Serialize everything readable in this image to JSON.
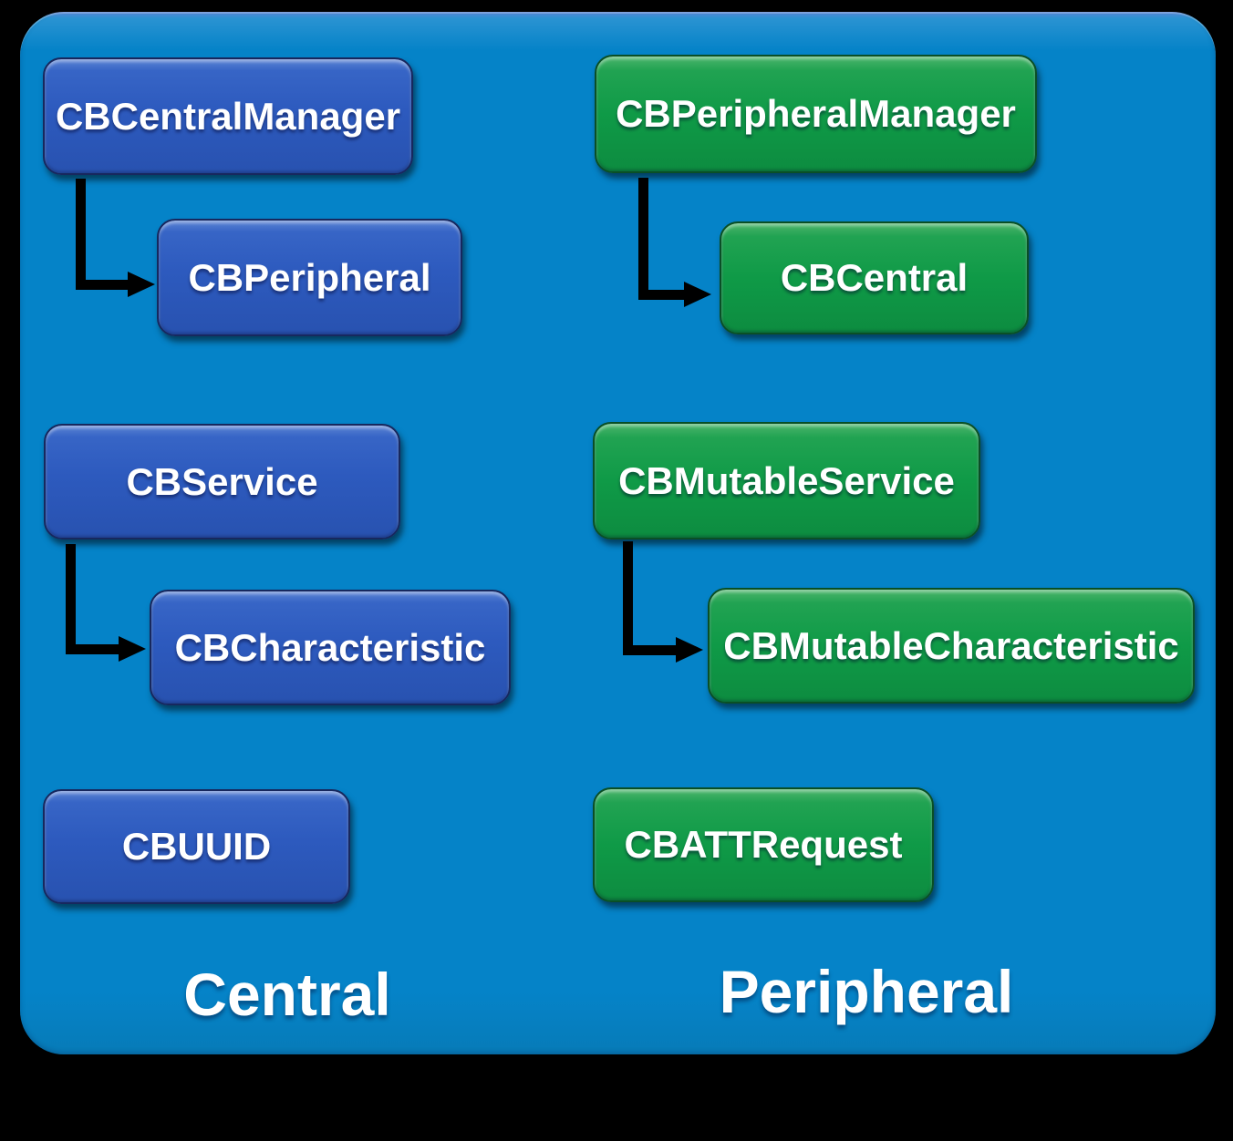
{
  "colors": {
    "background": "#000000",
    "panel": "#0583c8",
    "panel_highlight": "#5d86d9",
    "central_box": "#2d5abe",
    "peripheral_box": "#0f9a47",
    "arrow": "#000000",
    "text": "#ffffff"
  },
  "columns": [
    {
      "id": "central",
      "label": "Central",
      "box_color": "blue"
    },
    {
      "id": "peripheral",
      "label": "Peripheral",
      "box_color": "green"
    }
  ],
  "nodes": [
    {
      "id": "cbcentralmanager",
      "label": "CBCentralManager",
      "column": "central"
    },
    {
      "id": "cbperipheral",
      "label": "CBPeripheral",
      "column": "central"
    },
    {
      "id": "cbservice",
      "label": "CBService",
      "column": "central"
    },
    {
      "id": "cbcharacteristic",
      "label": "CBCharacteristic",
      "column": "central"
    },
    {
      "id": "cbuuid",
      "label": "CBUUID",
      "column": "central"
    },
    {
      "id": "cbperipheralmanager",
      "label": "CBPeripheralManager",
      "column": "peripheral"
    },
    {
      "id": "cbcentral",
      "label": "CBCentral",
      "column": "peripheral"
    },
    {
      "id": "cbmutableservice",
      "label": "CBMutableService",
      "column": "peripheral"
    },
    {
      "id": "cbmutablecharacteristic",
      "label": "CBMutableCharacteristic",
      "column": "peripheral"
    },
    {
      "id": "cbattrequest",
      "label": "CBATTRequest",
      "column": "peripheral"
    }
  ],
  "edges": [
    {
      "from": "CBCentralManager",
      "to": "CBPeripheral"
    },
    {
      "from": "CBPeripheralManager",
      "to": "CBCentral"
    },
    {
      "from": "CBService",
      "to": "CBCharacteristic"
    },
    {
      "from": "CBMutableService",
      "to": "CBMutableCharacteristic"
    }
  ]
}
